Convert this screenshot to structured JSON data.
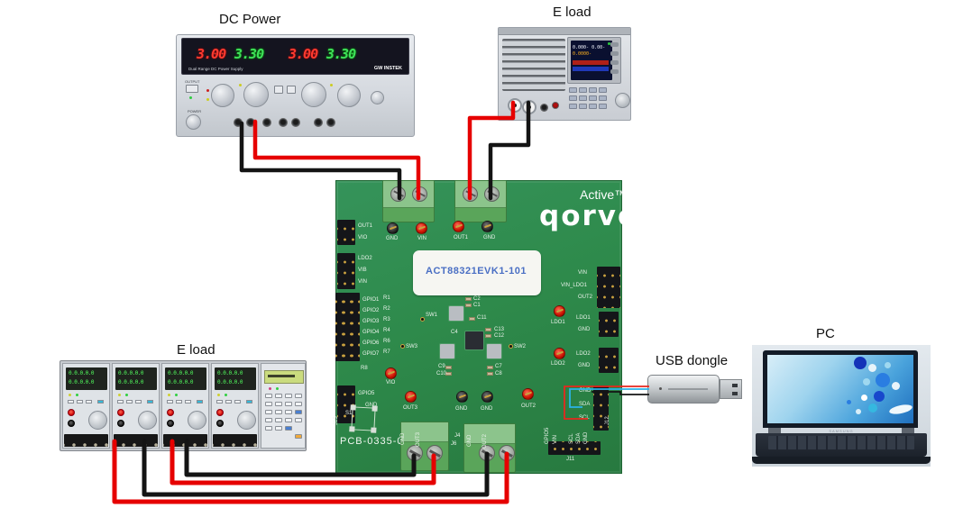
{
  "captions": {
    "dc_power": "DC Power",
    "eload_top": "E load",
    "eload_bottom": "E load",
    "usb_dongle": "USB dongle",
    "pc": "PC"
  },
  "dc_power": {
    "display": [
      "3.00",
      "3.30",
      "3.00",
      "3.30"
    ],
    "tagline": "Dual Range DC Power Supply",
    "brand": "GW INSTEK",
    "output_label": "OUTPUT",
    "power_label": "POWER"
  },
  "eload_top": {
    "screen_line1": "0.000-  0.00-",
    "screen_line2": "0.0000-"
  },
  "eload_bottom": {
    "digits": "0.0.0.0.0"
  },
  "pc": {
    "brand": "SAMSUNG"
  },
  "pcb": {
    "brand": "Active™",
    "logo": "qorvo",
    "sticker": "ACT88321EVK1-101",
    "board_id": "PCB-0335-02",
    "silkscreen": [
      "OUT1",
      "VIO",
      "LDO2",
      "VIB",
      "VIN",
      "GPIO1",
      "GPIO2",
      "GPIO3",
      "GPIO4",
      "GPIO6",
      "GPIO7",
      "R8",
      "VIO",
      "GPIO5",
      "GND",
      "J13",
      "S1",
      "GND",
      "VIN",
      "OUT1",
      "GND",
      "VIN",
      "VIN_LDO1",
      "OUT2",
      "LDO1",
      "LDO1",
      "GND",
      "LDO2",
      "LDO2",
      "GND",
      "GND",
      "SDA",
      "SCL",
      "GPIO5",
      "VIN",
      "SCL",
      "SDA",
      "GND",
      "J11",
      "J12",
      "OUT3",
      "GND",
      "GND",
      "OUT2",
      "J6",
      "J4",
      "SW1",
      "SW3",
      "SW2",
      "C2",
      "C1",
      "C11",
      "C4",
      "C13",
      "C12",
      "C9",
      "C10",
      "C7",
      "C8",
      "GND",
      "OUT3",
      "GND",
      "OUT2",
      "R1",
      "R2",
      "R3",
      "R4",
      "R6",
      "R7"
    ]
  },
  "wire_colors": {
    "power_red": "#e60000",
    "power_black": "#141414",
    "i2c_scl_red": "#e8281e",
    "i2c_sda_blue": "#2bb3e8",
    "i2c_gnd_black": "#141414"
  },
  "palette": {
    "pcb_green": "#2e8a4b",
    "terminal_green": "#8cc48c",
    "display_red": "#ff3b30",
    "display_green": "#3fe05a",
    "eload_digits_green": "#52ff5e",
    "sticker_text_blue": "#4a6fc4"
  }
}
